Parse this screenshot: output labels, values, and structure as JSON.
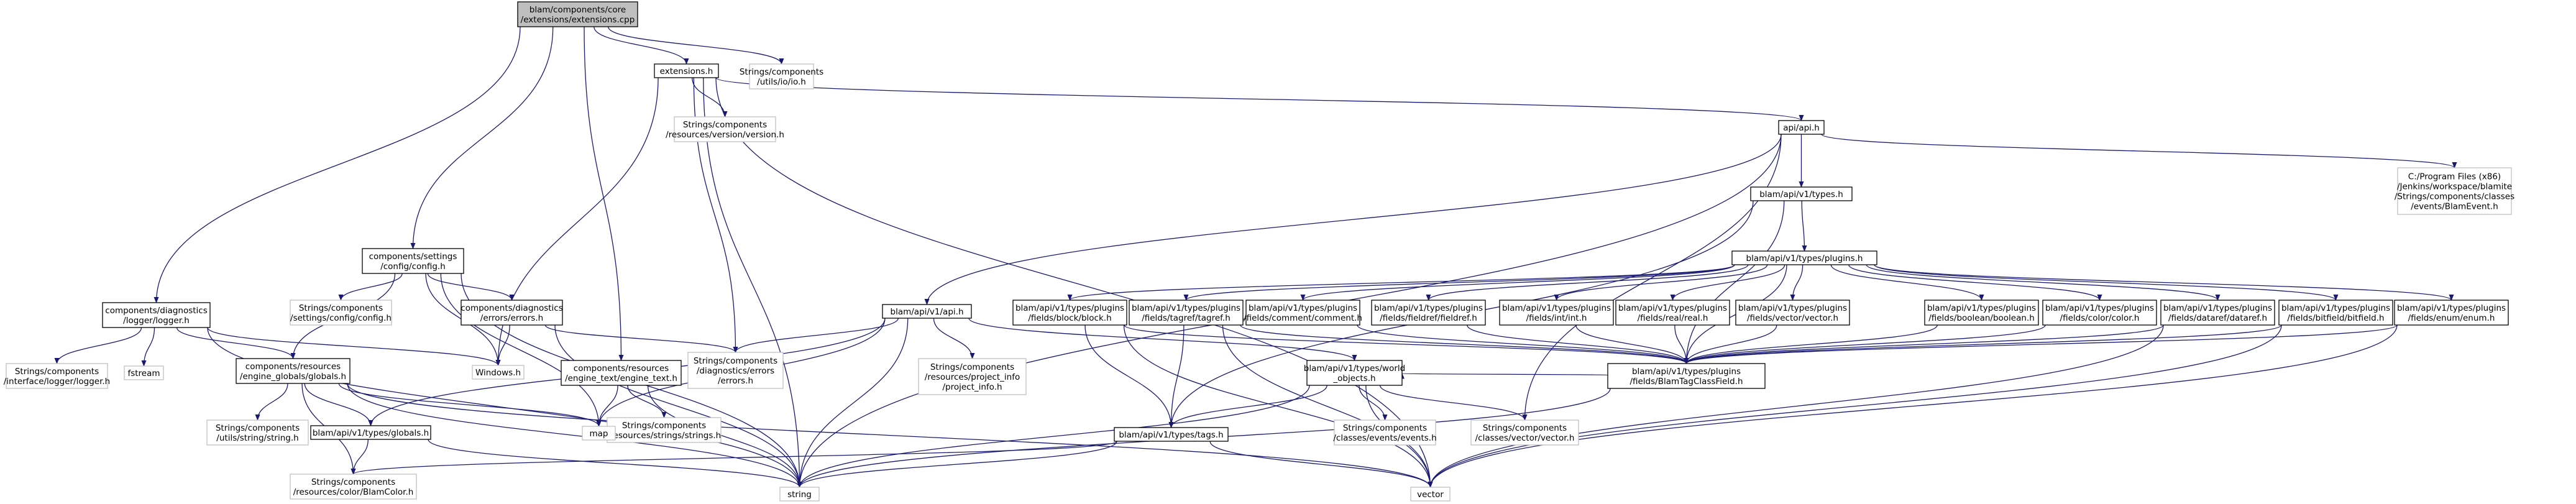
{
  "colors": {
    "background": "#ffffff",
    "edge": "#191970",
    "node_border": "#000000",
    "external_border": "#bfbfbf",
    "root_fill": "#bfbfbf",
    "text": "#000000"
  },
  "nodes": [
    {
      "id": "root",
      "lines": [
        "blam/components/core",
        "/extensions/extensions.cpp"
      ],
      "kind": "root"
    },
    {
      "id": "ext_h",
      "lines": [
        "extensions.h"
      ],
      "kind": "doc"
    },
    {
      "id": "s_iolio",
      "lines": [
        "Strings/components",
        "/utils/io/io.h"
      ],
      "kind": "ext"
    },
    {
      "id": "s_version",
      "lines": [
        "Strings/components",
        "/resources/version/version.h"
      ],
      "kind": "ext"
    },
    {
      "id": "api_h",
      "lines": [
        "api/api.h"
      ],
      "kind": "doc"
    },
    {
      "id": "cprog",
      "lines": [
        "C:/Program Files (x86)",
        "/Jenkins/workspace/blamite",
        "/Strings/components/classes",
        "/events/BlamEvent.h"
      ],
      "kind": "ext"
    },
    {
      "id": "types_h",
      "lines": [
        "blam/api/v1/types.h"
      ],
      "kind": "doc"
    },
    {
      "id": "plugins_h",
      "lines": [
        "blam/api/v1/types/plugins.h"
      ],
      "kind": "doc"
    },
    {
      "id": "p_block",
      "lines": [
        "blam/api/v1/types/plugins",
        "/fields/block/block.h"
      ],
      "kind": "doc"
    },
    {
      "id": "p_tagref",
      "lines": [
        "blam/api/v1/types/plugins",
        "/fields/tagref/tagref.h"
      ],
      "kind": "doc"
    },
    {
      "id": "p_comment",
      "lines": [
        "blam/api/v1/types/plugins",
        "/fields/comment/comment.h"
      ],
      "kind": "doc"
    },
    {
      "id": "p_fieldref",
      "lines": [
        "blam/api/v1/types/plugins",
        "/fields/fieldref/fieldref.h"
      ],
      "kind": "doc"
    },
    {
      "id": "p_int",
      "lines": [
        "blam/api/v1/types/plugins",
        "/fields/int/int.h"
      ],
      "kind": "doc"
    },
    {
      "id": "p_real",
      "lines": [
        "blam/api/v1/types/plugins",
        "/fields/real/real.h"
      ],
      "kind": "doc"
    },
    {
      "id": "p_vector",
      "lines": [
        "blam/api/v1/types/plugins",
        "/fields/vector/vector.h"
      ],
      "kind": "doc"
    },
    {
      "id": "p_boolean",
      "lines": [
        "blam/api/v1/types/plugins",
        "/fields/boolean/boolean.h"
      ],
      "kind": "doc"
    },
    {
      "id": "p_color",
      "lines": [
        "blam/api/v1/types/plugins",
        "/fields/color/color.h"
      ],
      "kind": "doc"
    },
    {
      "id": "p_dataref",
      "lines": [
        "blam/api/v1/types/plugins",
        "/fields/dataref/dataref.h"
      ],
      "kind": "doc"
    },
    {
      "id": "p_bitfield",
      "lines": [
        "blam/api/v1/types/plugins",
        "/fields/bitfield/bitfield.h"
      ],
      "kind": "doc"
    },
    {
      "id": "p_enum",
      "lines": [
        "blam/api/v1/types/plugins",
        "/fields/enum/enum.h"
      ],
      "kind": "doc"
    },
    {
      "id": "tagclassfield",
      "lines": [
        "blam/api/v1/types/plugins",
        "/fields/BlamTagClassField.h"
      ],
      "kind": "doc"
    },
    {
      "id": "api_v1",
      "lines": [
        "blam/api/v1/api.h"
      ],
      "kind": "doc"
    },
    {
      "id": "world",
      "lines": [
        "blam/api/v1/types/world",
        "_objects.h"
      ],
      "kind": "doc"
    },
    {
      "id": "tags_h",
      "lines": [
        "blam/api/v1/types/tags.h"
      ],
      "kind": "doc"
    },
    {
      "id": "s_events",
      "lines": [
        "Strings/components",
        "/classes/events/events.h"
      ],
      "kind": "ext"
    },
    {
      "id": "s_vectorvec",
      "lines": [
        "Strings/components",
        "/classes/vector/vector.h"
      ],
      "kind": "ext"
    },
    {
      "id": "s_projinfo",
      "lines": [
        "Strings/components",
        "/resources/project_info",
        "/project_info.h"
      ],
      "kind": "ext"
    },
    {
      "id": "diag_errors_ext",
      "lines": [
        "Strings/components",
        "/diagnostics/errors",
        "/errors.h"
      ],
      "kind": "ext"
    },
    {
      "id": "engine_text",
      "lines": [
        "components/resources",
        "/engine_text/engine_text.h"
      ],
      "kind": "doc"
    },
    {
      "id": "s_strings",
      "lines": [
        "Strings/components",
        "/resources/strings/strings.h"
      ],
      "kind": "ext"
    },
    {
      "id": "settings_cfg",
      "lines": [
        "components/settings",
        "/config/config.h"
      ],
      "kind": "doc"
    },
    {
      "id": "s_settings",
      "lines": [
        "Strings/components",
        "/settings/config/config.h"
      ],
      "kind": "ext"
    },
    {
      "id": "diag_errors",
      "lines": [
        "components/diagnostics",
        "/errors/errors.h"
      ],
      "kind": "doc"
    },
    {
      "id": "windows",
      "lines": [
        "Windows.h"
      ],
      "kind": "ext"
    },
    {
      "id": "logger",
      "lines": [
        "components/diagnostics",
        "/logger/logger.h"
      ],
      "kind": "doc"
    },
    {
      "id": "s_ilogger",
      "lines": [
        "Strings/components",
        "/interface/logger/logger.h"
      ],
      "kind": "ext"
    },
    {
      "id": "fstream",
      "lines": [
        "fstream"
      ],
      "kind": "ext"
    },
    {
      "id": "eg_globals",
      "lines": [
        "components/resources",
        "/engine_globals/globals.h"
      ],
      "kind": "doc"
    },
    {
      "id": "s_utilstring",
      "lines": [
        "Strings/components",
        "/utils/string/string.h"
      ],
      "kind": "ext"
    },
    {
      "id": "types_globals",
      "lines": [
        "blam/api/v1/types/globals.h"
      ],
      "kind": "doc"
    },
    {
      "id": "map",
      "lines": [
        "map"
      ],
      "kind": "ext"
    },
    {
      "id": "blamcolor",
      "lines": [
        "Strings/components",
        "/resources/color/BlamColor.h"
      ],
      "kind": "ext"
    },
    {
      "id": "string",
      "lines": [
        "string"
      ],
      "kind": "ext"
    },
    {
      "id": "vector",
      "lines": [
        "vector"
      ],
      "kind": "ext"
    }
  ],
  "edges": [
    [
      "root",
      "ext_h"
    ],
    [
      "root",
      "s_iolio"
    ],
    [
      "root",
      "logger"
    ],
    [
      "root",
      "settings_cfg"
    ],
    [
      "root",
      "engine_text"
    ],
    [
      "ext_h",
      "s_version"
    ],
    [
      "ext_h",
      "api_h"
    ],
    [
      "ext_h",
      "windows"
    ],
    [
      "ext_h",
      "diag_errors_ext"
    ],
    [
      "ext_h",
      "string"
    ],
    [
      "ext_h",
      "vector"
    ],
    [
      "api_h",
      "types_h"
    ],
    [
      "api_h",
      "cprog"
    ],
    [
      "api_h",
      "api_v1"
    ],
    [
      "api_h",
      "string"
    ],
    [
      "api_h",
      "s_vectorvec"
    ],
    [
      "types_h",
      "plugins_h"
    ],
    [
      "types_h",
      "tags_h"
    ],
    [
      "types_h",
      "tagclassfield"
    ],
    [
      "plugins_h",
      "p_block"
    ],
    [
      "plugins_h",
      "p_tagref"
    ],
    [
      "plugins_h",
      "p_comment"
    ],
    [
      "plugins_h",
      "p_fieldref"
    ],
    [
      "plugins_h",
      "p_int"
    ],
    [
      "plugins_h",
      "p_real"
    ],
    [
      "plugins_h",
      "p_vector"
    ],
    [
      "plugins_h",
      "p_boolean"
    ],
    [
      "plugins_h",
      "p_color"
    ],
    [
      "plugins_h",
      "p_dataref"
    ],
    [
      "plugins_h",
      "p_bitfield"
    ],
    [
      "plugins_h",
      "p_enum"
    ],
    [
      "plugins_h",
      "tagclassfield"
    ],
    [
      "p_block",
      "tags_h"
    ],
    [
      "p_block",
      "tagclassfield"
    ],
    [
      "p_block",
      "vector"
    ],
    [
      "p_tagref",
      "tags_h"
    ],
    [
      "p_tagref",
      "tagclassfield"
    ],
    [
      "p_tagref",
      "vector"
    ],
    [
      "p_comment",
      "tagclassfield"
    ],
    [
      "p_fieldref",
      "tagclassfield"
    ],
    [
      "p_int",
      "tagclassfield"
    ],
    [
      "p_real",
      "tagclassfield"
    ],
    [
      "p_vector",
      "tagclassfield"
    ],
    [
      "p_boolean",
      "tagclassfield"
    ],
    [
      "p_color",
      "tagclassfield"
    ],
    [
      "p_dataref",
      "tagclassfield"
    ],
    [
      "p_dataref",
      "vector"
    ],
    [
      "p_bitfield",
      "tagclassfield"
    ],
    [
      "p_bitfield",
      "vector"
    ],
    [
      "p_enum",
      "tagclassfield"
    ],
    [
      "p_enum",
      "vector"
    ],
    [
      "tagclassfield",
      "string"
    ],
    [
      "tagclassfield",
      "world"
    ],
    [
      "api_v1",
      "world"
    ],
    [
      "api_v1",
      "diag_errors_ext"
    ],
    [
      "api_v1",
      "s_projinfo"
    ],
    [
      "api_v1",
      "types_globals"
    ],
    [
      "api_v1",
      "map"
    ],
    [
      "api_v1",
      "string"
    ],
    [
      "world",
      "tags_h"
    ],
    [
      "world",
      "s_events"
    ],
    [
      "world",
      "s_vectorvec"
    ],
    [
      "world",
      "vector"
    ],
    [
      "world",
      "string"
    ],
    [
      "tags_h",
      "string"
    ],
    [
      "tags_h",
      "vector"
    ],
    [
      "tags_h",
      "blamcolor"
    ],
    [
      "engine_text",
      "s_strings"
    ],
    [
      "engine_text",
      "map"
    ],
    [
      "engine_text",
      "string"
    ],
    [
      "settings_cfg",
      "s_settings"
    ],
    [
      "settings_cfg",
      "diag_errors"
    ],
    [
      "settings_cfg",
      "windows"
    ],
    [
      "settings_cfg",
      "eg_globals"
    ],
    [
      "settings_cfg",
      "map"
    ],
    [
      "settings_cfg",
      "string"
    ],
    [
      "diag_errors",
      "windows"
    ],
    [
      "diag_errors",
      "diag_errors_ext"
    ],
    [
      "diag_errors",
      "string"
    ],
    [
      "logger",
      "s_ilogger"
    ],
    [
      "logger",
      "fstream"
    ],
    [
      "logger",
      "eg_globals"
    ],
    [
      "logger",
      "windows"
    ],
    [
      "logger",
      "string"
    ],
    [
      "eg_globals",
      "s_utilstring"
    ],
    [
      "eg_globals",
      "types_globals"
    ],
    [
      "eg_globals",
      "map"
    ],
    [
      "eg_globals",
      "string"
    ],
    [
      "eg_globals",
      "vector"
    ],
    [
      "eg_globals",
      "blamcolor"
    ],
    [
      "types_globals",
      "blamcolor"
    ],
    [
      "types_globals",
      "string"
    ]
  ]
}
